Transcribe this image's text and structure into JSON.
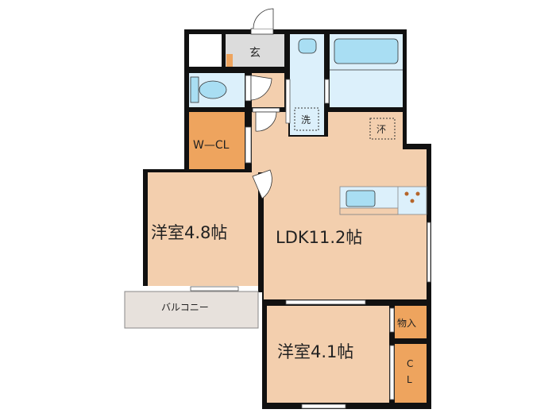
{
  "rooms": {
    "entrance": "玄",
    "walk_in_closet": "W—CL",
    "western_room_1": "洋室4.8帖",
    "ldk": "LDK11.2帖",
    "balcony": "バルコニー",
    "western_room_2": "洋室4.1帖",
    "storage": "物入",
    "closet_c": "C",
    "closet_l": "L"
  },
  "markers": {
    "washer": "洗",
    "range_hood": "㳅"
  },
  "colors": {
    "wall": "#111111",
    "floor_wood": "#f3cfae",
    "closet": "#eea45e",
    "wet_area": "#dcf0fb",
    "fixture": "#a9def3",
    "entrance": "#dcdcdc",
    "balcony": "#e7e1dc"
  }
}
